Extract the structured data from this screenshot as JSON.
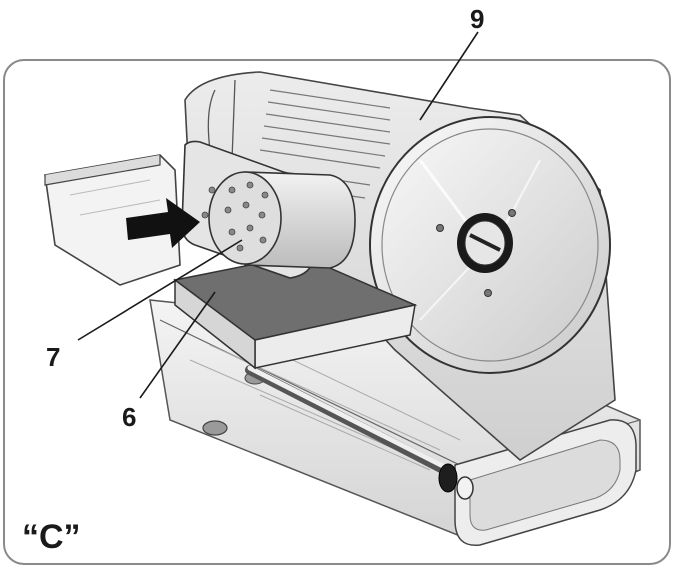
{
  "callouts": {
    "blade_cover": "9",
    "food_pusher": "7",
    "carriage": "6"
  },
  "figure_tag": "“C”",
  "colors": {
    "ink": "#1a1a1a",
    "frame": "#8a8a8a",
    "metal_light": "#f2f2f2",
    "metal_mid": "#d9d9d9",
    "metal_dark": "#b8b8b8",
    "arrow": "#111111"
  }
}
